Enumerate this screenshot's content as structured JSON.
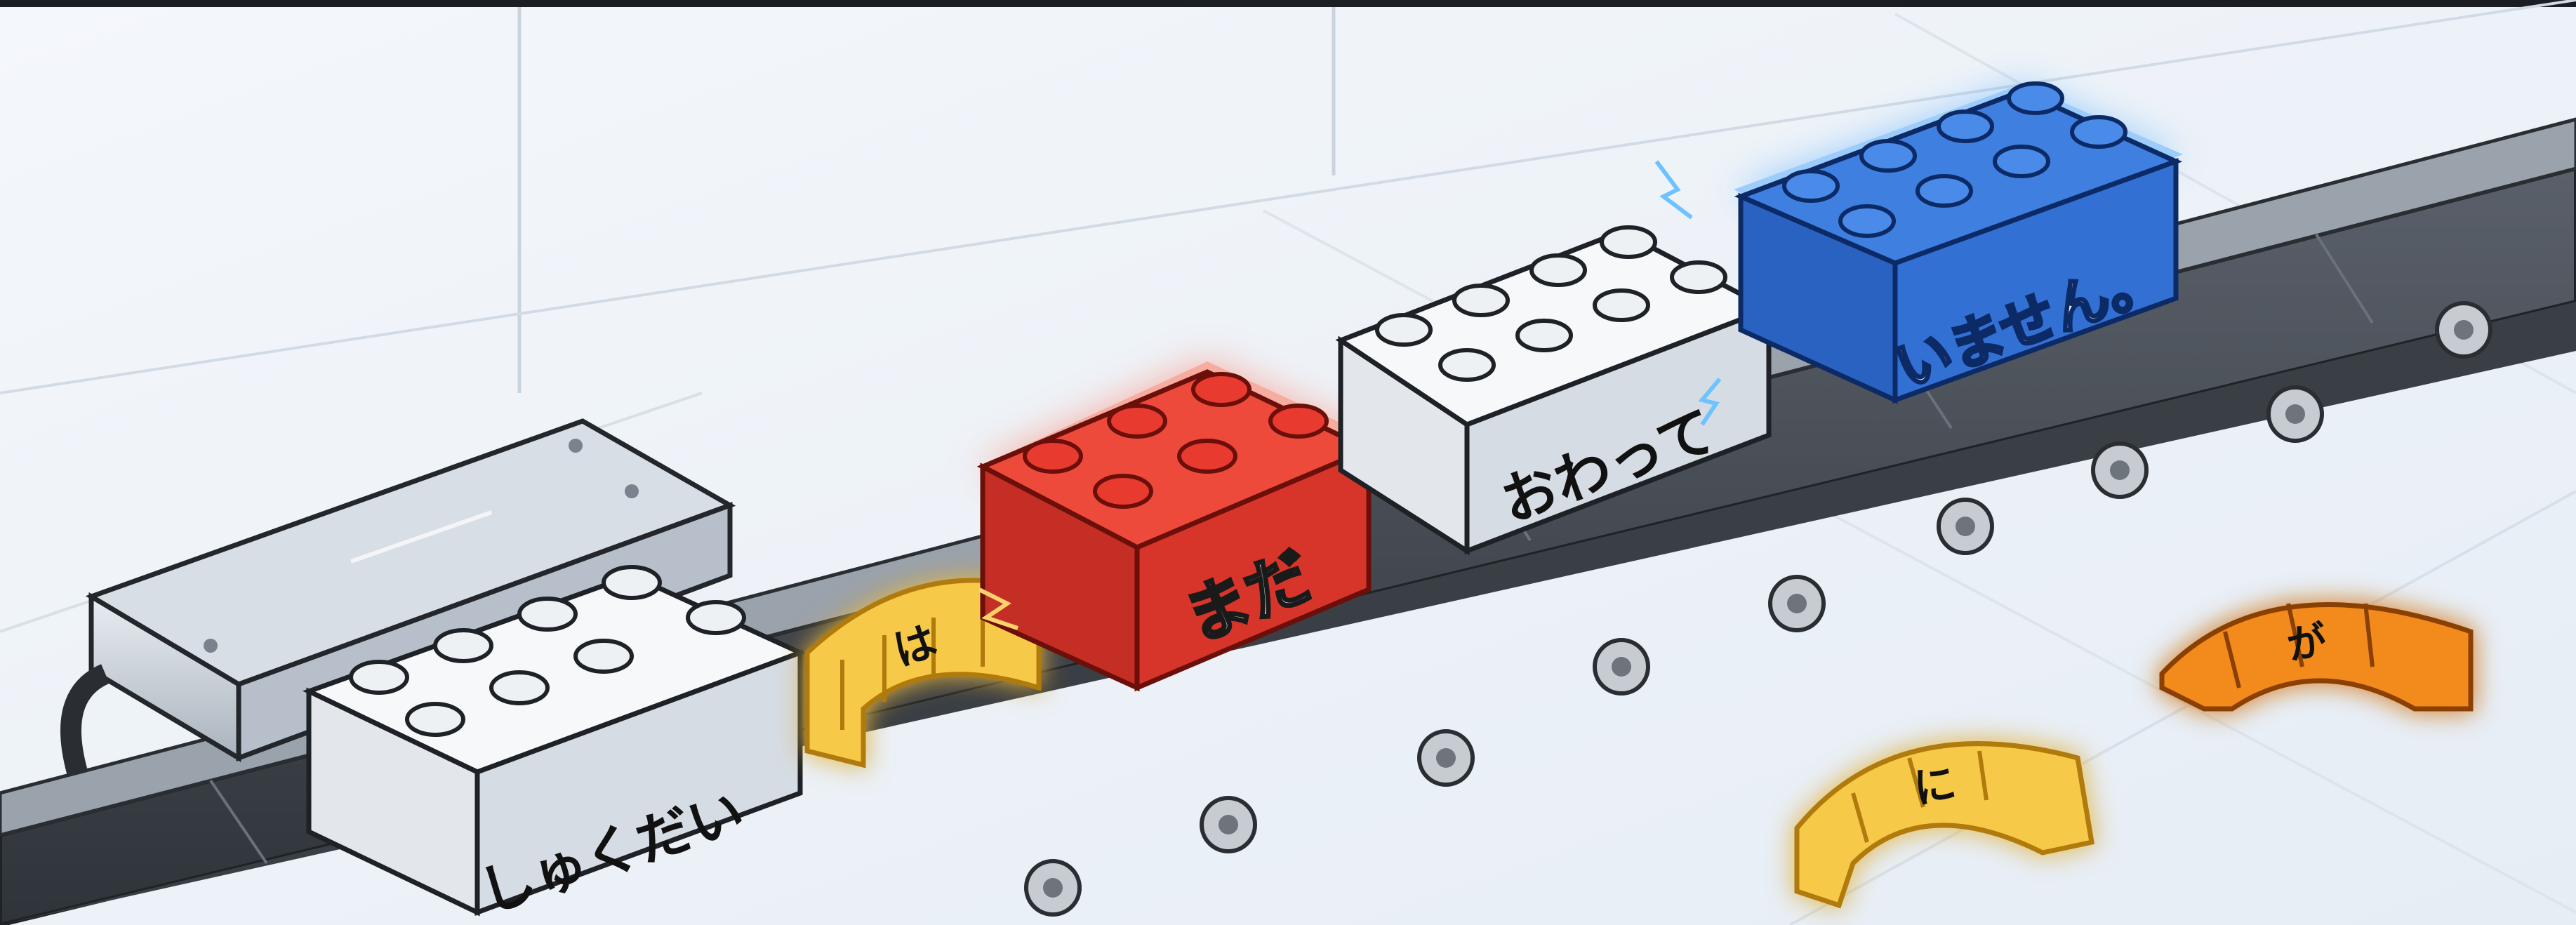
{
  "sentence": {
    "blocks": [
      {
        "text": "しゅくだい",
        "role": "noun",
        "color": "#e9ecef"
      },
      {
        "text": "まだ",
        "role": "adverb",
        "color": "#e23b2e"
      },
      {
        "text": "おわって",
        "role": "verb",
        "color": "#e9ecef"
      },
      {
        "text": "いません。",
        "role": "auxiliary",
        "color": "#2f6fd6"
      }
    ],
    "bridges": [
      {
        "text": "は",
        "state": "placed",
        "color": "#f7c948"
      }
    ],
    "loose_bridges": [
      {
        "text": "に",
        "color": "#f7c948"
      },
      {
        "text": "が",
        "color": "#f28a1e"
      }
    ]
  },
  "colors": {
    "belt": "#4a5058",
    "red_glow": "#ff5a3c",
    "blue_glow": "#3aa0ff",
    "yellow_glow": "#ffd84a",
    "orange_glow": "#ff9a2e"
  },
  "icons": [
    "brick-icon",
    "bridge-icon",
    "roller-icon",
    "machine-icon",
    "spark-icon"
  ]
}
